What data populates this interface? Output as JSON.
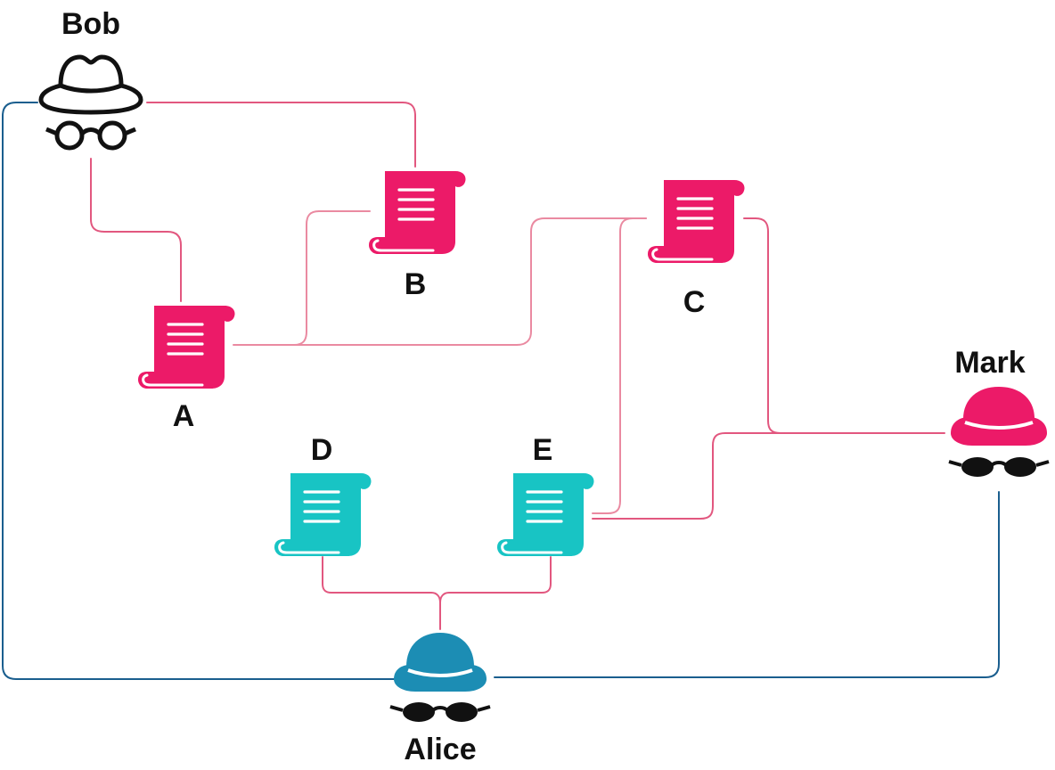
{
  "colors": {
    "background": "#ffffff",
    "pink": "#ec1a68",
    "teal": "#18c4c4",
    "navy": "#1a5e8e",
    "alice_hat": "#1c8db4",
    "pink_edge": "#e2577f",
    "pink_edge_light": "#ea8aa1",
    "black": "#111111"
  },
  "actors": {
    "bob": {
      "label": "Bob",
      "icon": "incognito-outline-icon"
    },
    "mark": {
      "label": "Mark",
      "icon": "incognito-filled-icon"
    },
    "alice": {
      "label": "Alice",
      "icon": "incognito-filled-icon"
    }
  },
  "documents": {
    "a": {
      "label": "A",
      "icon": "scroll-icon",
      "color": "pink"
    },
    "b": {
      "label": "B",
      "icon": "scroll-icon",
      "color": "pink"
    },
    "c": {
      "label": "C",
      "icon": "scroll-icon",
      "color": "pink"
    },
    "d": {
      "label": "D",
      "icon": "scroll-icon",
      "color": "teal"
    },
    "e": {
      "label": "E",
      "icon": "scroll-icon",
      "color": "teal"
    }
  },
  "connections": [
    {
      "from": "Bob",
      "to": "A"
    },
    {
      "from": "Bob",
      "to": "B"
    },
    {
      "from": "A",
      "to": "B"
    },
    {
      "from": "A",
      "to": "C"
    },
    {
      "from": "C",
      "to": "E"
    },
    {
      "from": "C",
      "to": "Mark"
    },
    {
      "from": "E",
      "to": "Mark"
    },
    {
      "from": "Alice",
      "to": "D"
    },
    {
      "from": "Alice",
      "to": "E"
    },
    {
      "from": "Alice",
      "to": "Bob"
    },
    {
      "from": "Alice",
      "to": "Mark"
    }
  ]
}
